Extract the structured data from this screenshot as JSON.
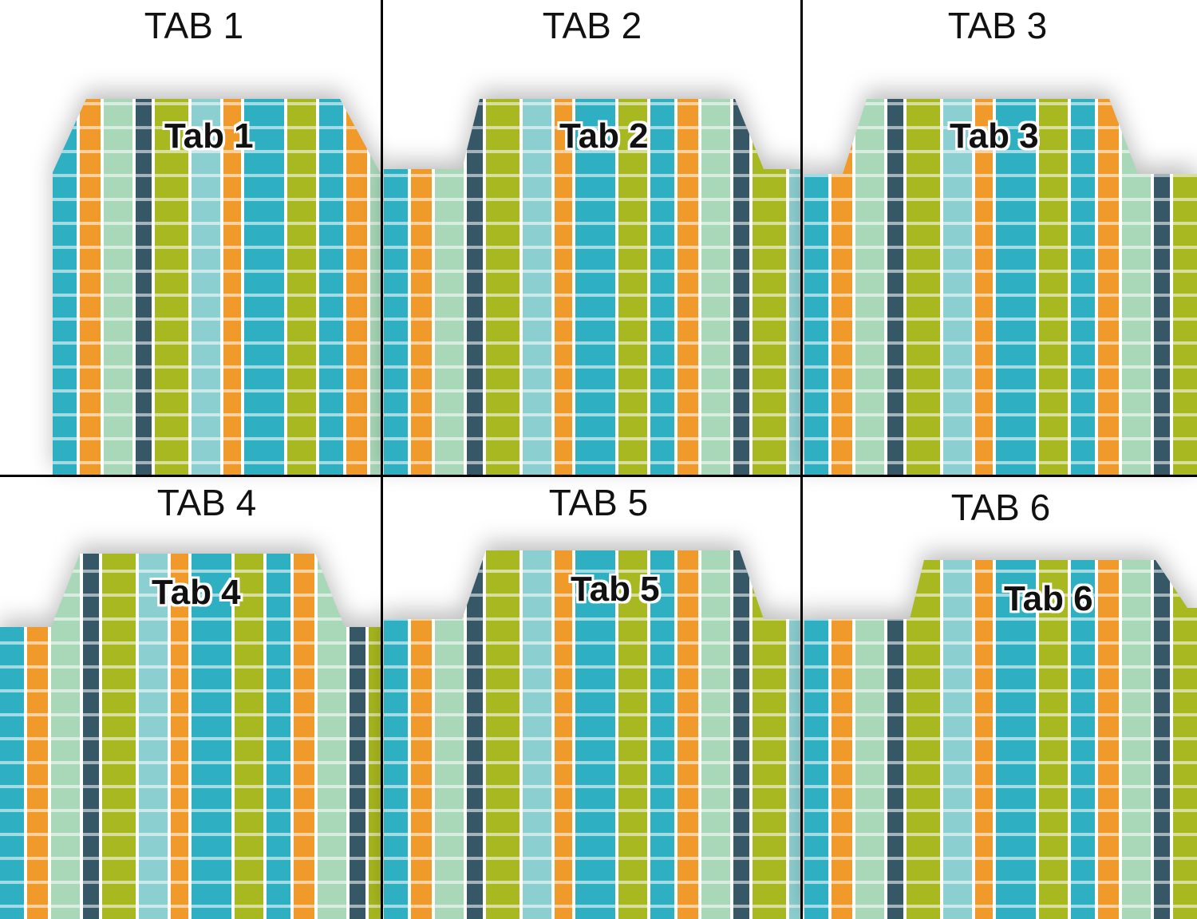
{
  "panels": [
    {
      "title": "TAB 1",
      "label": "Tab 1"
    },
    {
      "title": "TAB 2",
      "label": "Tab 2"
    },
    {
      "title": "TAB 3",
      "label": "Tab 3"
    },
    {
      "title": "TAB 4",
      "label": "Tab 4"
    },
    {
      "title": "TAB 5",
      "label": "Tab 5"
    },
    {
      "title": "TAB 6",
      "label": "Tab 6"
    }
  ],
  "colors": {
    "teal": "#2eb0c2",
    "orange": "#ef9a2a",
    "green": "#a8b820",
    "dark": "#355766",
    "mint": "#a8d8b8"
  }
}
